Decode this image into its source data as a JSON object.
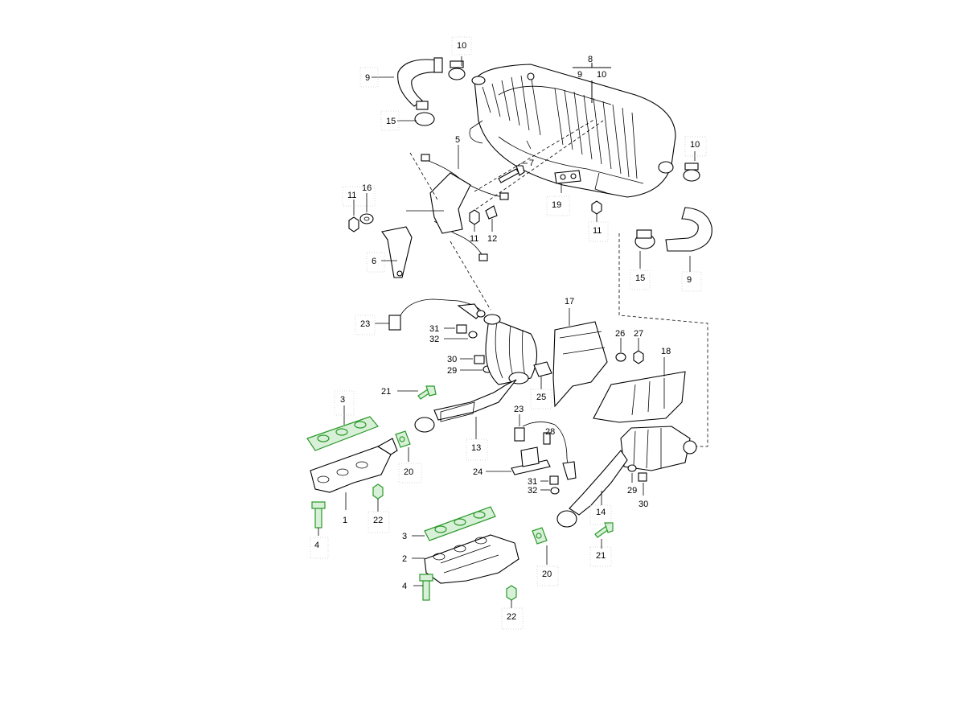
{
  "diagram": {
    "colors": {
      "ink": "#000000",
      "highlight": "#2a9a2a",
      "highlight_fill": "#d8f0d8"
    },
    "labels": {
      "p1": "1",
      "p2": "2",
      "p3a": "3",
      "p3b": "3",
      "p4a": "4",
      "p4b": "4",
      "p5": "5",
      "p6": "6",
      "p7": "7",
      "p8": "8",
      "p9a": "9",
      "p9b": "9",
      "p9c": "9",
      "p10a": "10",
      "p10b": "10",
      "p10c": "10",
      "p11a": "11",
      "p11b": "11",
      "p11c": "11",
      "p12": "12",
      "p13": "13",
      "p14": "14",
      "p15a": "15",
      "p15b": "15",
      "p16": "16",
      "p17": "17",
      "p18": "18",
      "p19": "19",
      "p20a": "20",
      "p20b": "20",
      "p21a": "21",
      "p21b": "21",
      "p22a": "22",
      "p22b": "22",
      "p23a": "23",
      "p23b": "23",
      "p24": "24",
      "p25": "25",
      "p26": "26",
      "p27": "27",
      "p28": "28",
      "p29a": "29",
      "p29b": "29",
      "p30a": "30",
      "p30b": "30",
      "p31a": "31",
      "p31b": "31",
      "p32a": "32",
      "p32b": "32"
    }
  }
}
